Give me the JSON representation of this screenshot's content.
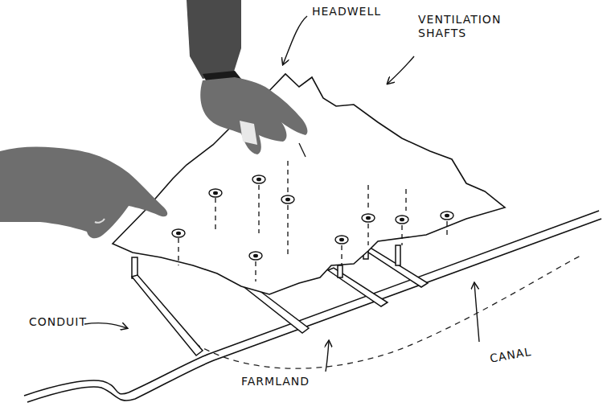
{
  "diagram": {
    "labels": [
      "HEADWELL",
      "VENTILATION SHAFTS",
      "CONDUIT",
      "CANAL",
      "FARMLAND"
    ]
  }
}
